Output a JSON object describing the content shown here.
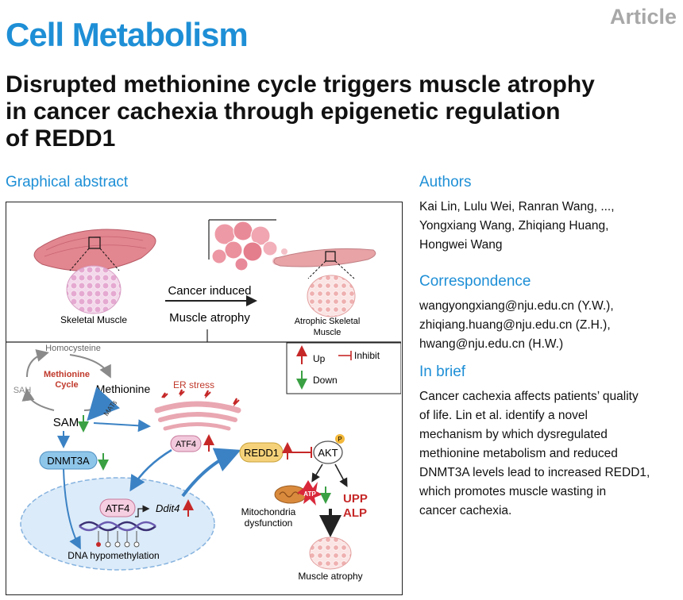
{
  "header": {
    "journal": "Cell Metabolism",
    "article_type": "Article"
  },
  "title_lines": [
    "Disrupted methionine cycle triggers muscle atrophy",
    "in cancer cachexia through epigenetic regulation",
    "of REDD1"
  ],
  "graphical_abstract": {
    "heading": "Graphical abstract",
    "top": {
      "skeletal_muscle": "Skeletal Muscle",
      "arrow_line1": "Cancer induced",
      "arrow_line2": "Muscle atrophy",
      "atrophic_line1": "Atrophic Skeletal",
      "atrophic_line2": "Muscle"
    },
    "legend": {
      "up": "Up",
      "inhibit": "Inhibit",
      "down": "Down"
    },
    "cycle": {
      "homocysteine": "Homocysteine",
      "cycle_line1": "Methionine",
      "cycle_line2": "Cycle",
      "methionine": "Methionine",
      "sah": "SAH",
      "sam": "SAM",
      "mats": "MATs"
    },
    "pathway": {
      "er_stress": "ER stress",
      "atf4_cyto": "ATF4",
      "dnmt3a": "DNMT3A",
      "atf4_nuc": "ATF4",
      "ddit4": "Ddit4",
      "dna_hypo": "DNA hypomethylation",
      "redd1": "REDD1",
      "akt": "AKT",
      "phospho": "P",
      "atp": "ATP",
      "mito_line1": "Mitochondria",
      "mito_line2": "dysfunction",
      "upp": "UPP",
      "alp": "ALP",
      "muscle_atrophy": "Muscle atrophy"
    },
    "colors": {
      "up_arrow": "#c62828",
      "down_arrow": "#3aa043",
      "blue_arrow": "#3b82c4",
      "muscle": "#e2868f",
      "fiber": "#e8b3d6"
    }
  },
  "authors": {
    "heading": "Authors",
    "lines": [
      "Kai Lin, Lulu Wei, Ranran Wang, ...,",
      "Yongxiang Wang, Zhiqiang Huang,",
      "Hongwei Wang"
    ]
  },
  "correspondence": {
    "heading": "Correspondence",
    "lines": [
      "wangyongxiang@nju.edu.cn (Y.W.),",
      "zhiqiang.huang@nju.edu.cn (Z.H.),",
      "hwang@nju.edu.cn (H.W.)"
    ]
  },
  "in_brief": {
    "heading": "In brief",
    "lines": [
      "Cancer cachexia affects patients’ quality",
      "of life. Lin et al. identify a novel",
      "mechanism by which dysregulated",
      "methionine metabolism and reduced",
      "DNMT3A levels lead to increased REDD1,",
      "which promotes muscle wasting in",
      "cancer cachexia."
    ]
  }
}
